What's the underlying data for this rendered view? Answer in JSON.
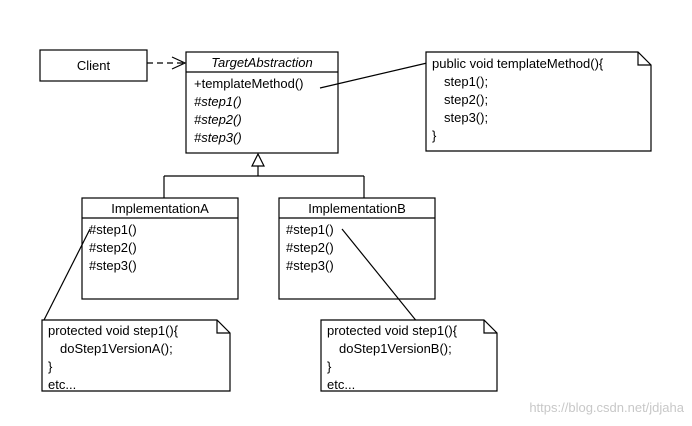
{
  "client": {
    "label": "Client"
  },
  "target_abstraction": {
    "name": "TargetAbstraction",
    "methods": [
      "+templateMethod()",
      "#step1()",
      "#step2()",
      "#step3()"
    ]
  },
  "template_note": {
    "lines": [
      "public void templateMethod(){",
      "step1();",
      "step2();",
      "step3();",
      "}"
    ]
  },
  "implementation_a": {
    "name": "ImplementationA",
    "methods": [
      "#step1()",
      "#step2()",
      "#step3()"
    ]
  },
  "implementation_b": {
    "name": "ImplementationB",
    "methods": [
      "#step1()",
      "#step2()",
      "#step3()"
    ]
  },
  "note_a": {
    "lines": [
      "protected void step1(){",
      "doStep1VersionA();",
      "}",
      "etc..."
    ]
  },
  "note_b": {
    "lines": [
      "protected void step1(){",
      "doStep1VersionB();",
      "}",
      "etc..."
    ]
  },
  "watermark": "https://blog.csdn.net/jdjaha"
}
